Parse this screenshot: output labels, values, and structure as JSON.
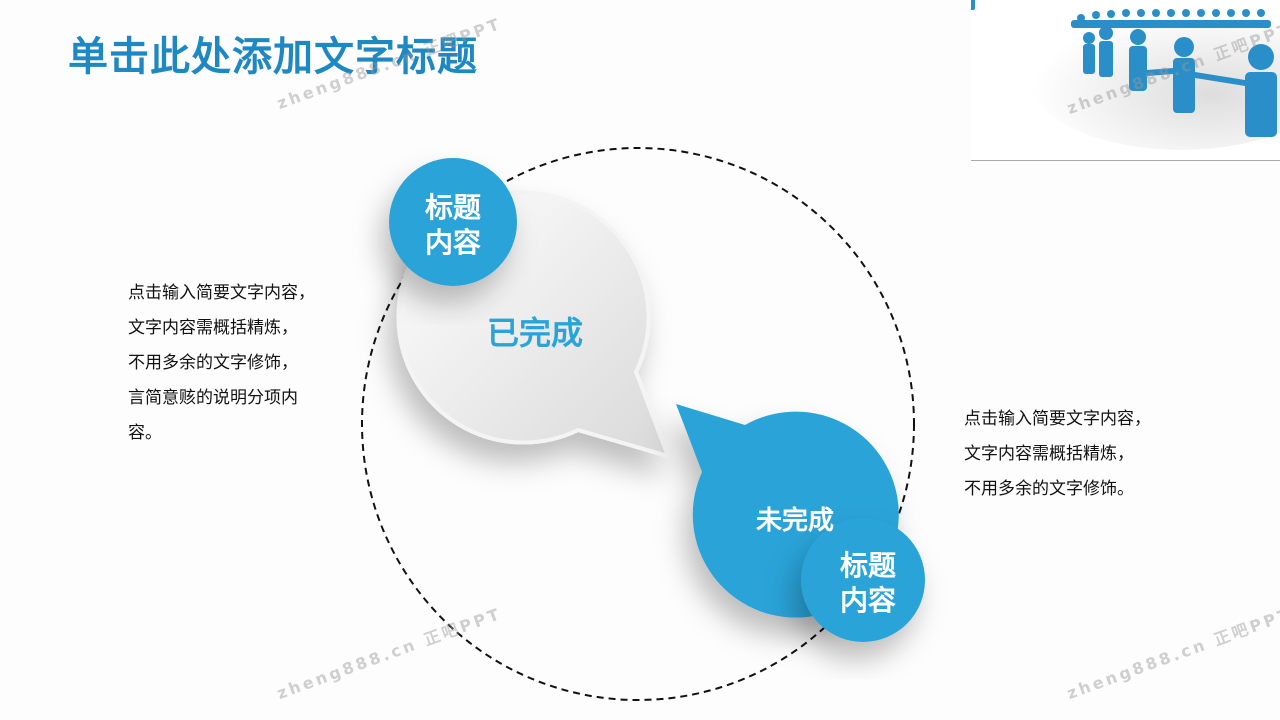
{
  "slide": {
    "title": "单击此处添加文字标题",
    "left_text": [
      "点击输入简要文字内容，",
      "文字内容需概括精炼，",
      "不用多余的文字修饰，",
      "言简意赅的说明分项内",
      "容。"
    ],
    "right_text": [
      "点击输入简要文字内容，",
      "文字内容需概括精炼，",
      "不用多余的文字修饰。"
    ],
    "bubble_done": "已完成",
    "bubble_todo": "未完成",
    "badge_top": [
      "标题",
      "内容"
    ],
    "badge_bottom": [
      "标题",
      "内容"
    ],
    "watermark": "zheng888.cn 正吧PPT"
  },
  "colors": {
    "accent": "#29a3d8",
    "title": "#1e88c3"
  }
}
